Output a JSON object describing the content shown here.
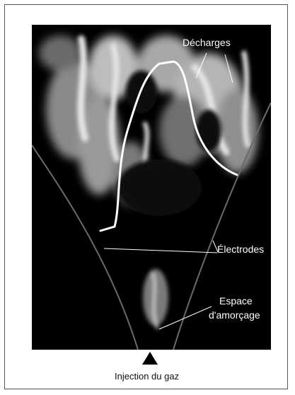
{
  "figure": {
    "labels": {
      "discharges": "Décharges",
      "electrodes": "Électrodes",
      "ignition_gap_line1": "Espace",
      "ignition_gap_line2": "d'amorçage",
      "gas_injection": "Injection du gaz"
    },
    "colors": {
      "background": "#000000",
      "plasma": "#d8d8d8",
      "arc_line": "#ffffff",
      "label_text": "#ffffff",
      "caption_text": "#111111"
    },
    "icons": [
      "up-arrow-icon"
    ]
  }
}
